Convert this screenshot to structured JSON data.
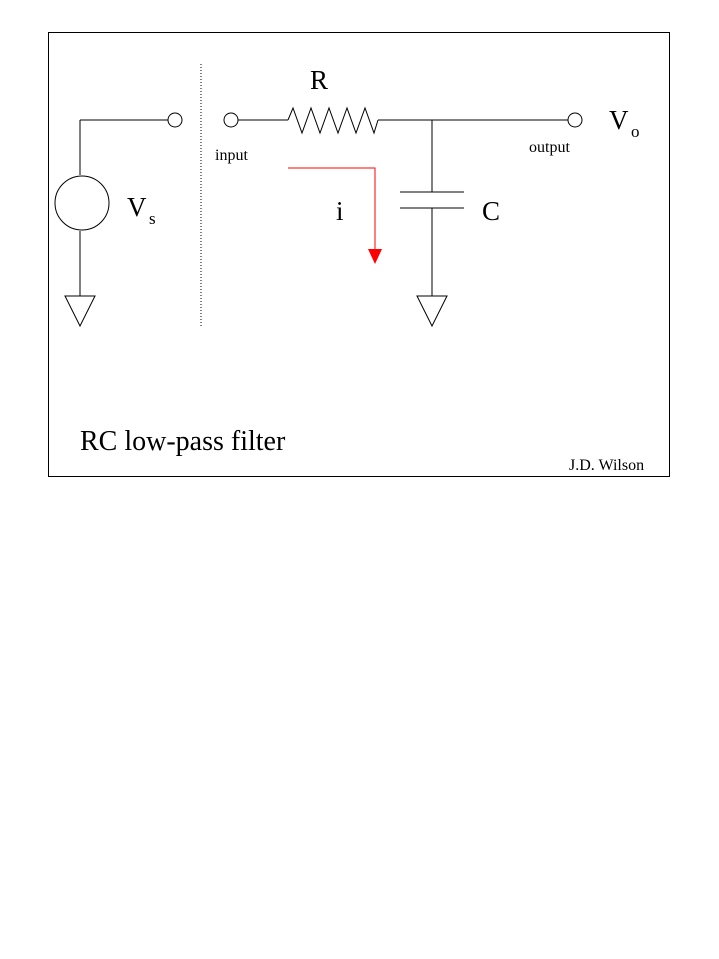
{
  "labels": {
    "resistor": "R",
    "capacitor": "C",
    "current": "i",
    "source_main": "V",
    "source_sub": "s",
    "output_main": "V",
    "output_sub": "o",
    "input_terminal": "input",
    "output_terminal": "output"
  },
  "caption": "RC low-pass filter",
  "author": "J.D. Wilson",
  "colors": {
    "wire": "#000000",
    "current_arrow": "#ff0000",
    "border": "#000000"
  }
}
